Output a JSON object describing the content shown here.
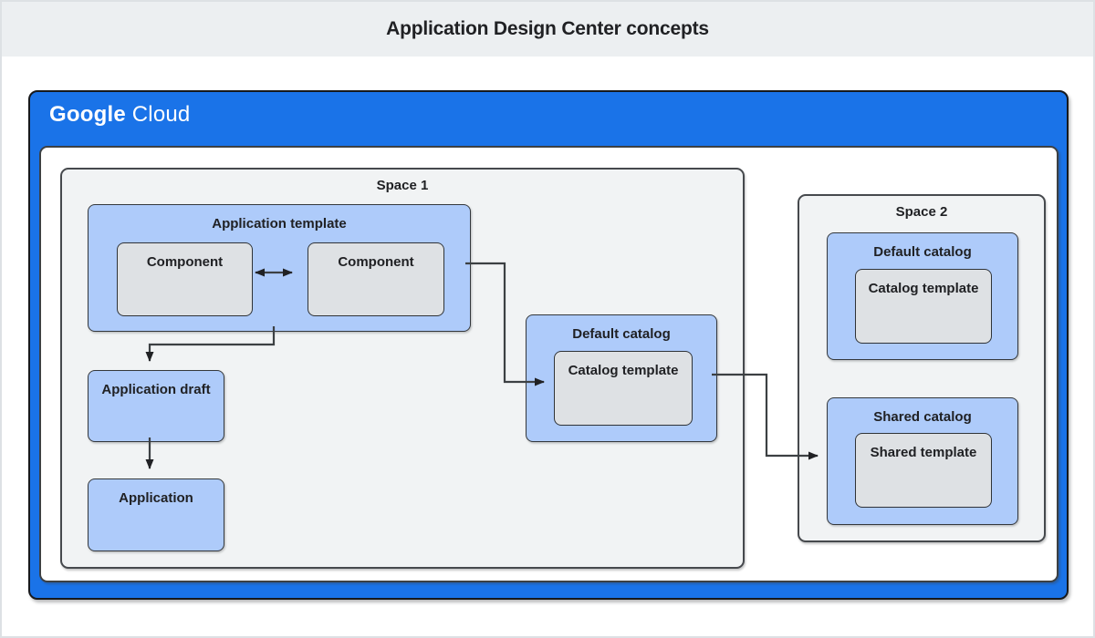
{
  "page": {
    "title": "Application Design Center concepts"
  },
  "brand": {
    "google": "Google",
    "cloud": "Cloud"
  },
  "colors": {
    "google_blue": "#1a73e8",
    "banner_bg": "#eceff1",
    "space_bg": "#f1f3f4",
    "node_blue": "#aecbfa",
    "node_gray": "#dee1e4",
    "border_dark": "#3c4043",
    "arrow": "#202124",
    "text": "#202124"
  },
  "spaces": [
    {
      "label": "Space 1"
    },
    {
      "label": "Space 2"
    }
  ],
  "nodes": {
    "application_template": "Application template",
    "component_left": "Component",
    "component_right": "Component",
    "application_draft": "Application draft",
    "application": "Application",
    "default_catalog_space1": "Default catalog",
    "catalog_template_space1": "Catalog template",
    "default_catalog_space2": "Default catalog",
    "catalog_template_space2": "Catalog template",
    "shared_catalog": "Shared catalog",
    "shared_template": "Shared template"
  },
  "edges": [
    {
      "from": "component_left",
      "to": "component_right",
      "type": "bidirectional"
    },
    {
      "from": "application_template",
      "to": "application_draft",
      "type": "directed"
    },
    {
      "from": "application_draft",
      "to": "application",
      "type": "directed"
    },
    {
      "from": "application_template",
      "to": "catalog_template_space1",
      "type": "directed"
    },
    {
      "from": "default_catalog_space1",
      "to": "shared_catalog",
      "type": "directed"
    }
  ]
}
